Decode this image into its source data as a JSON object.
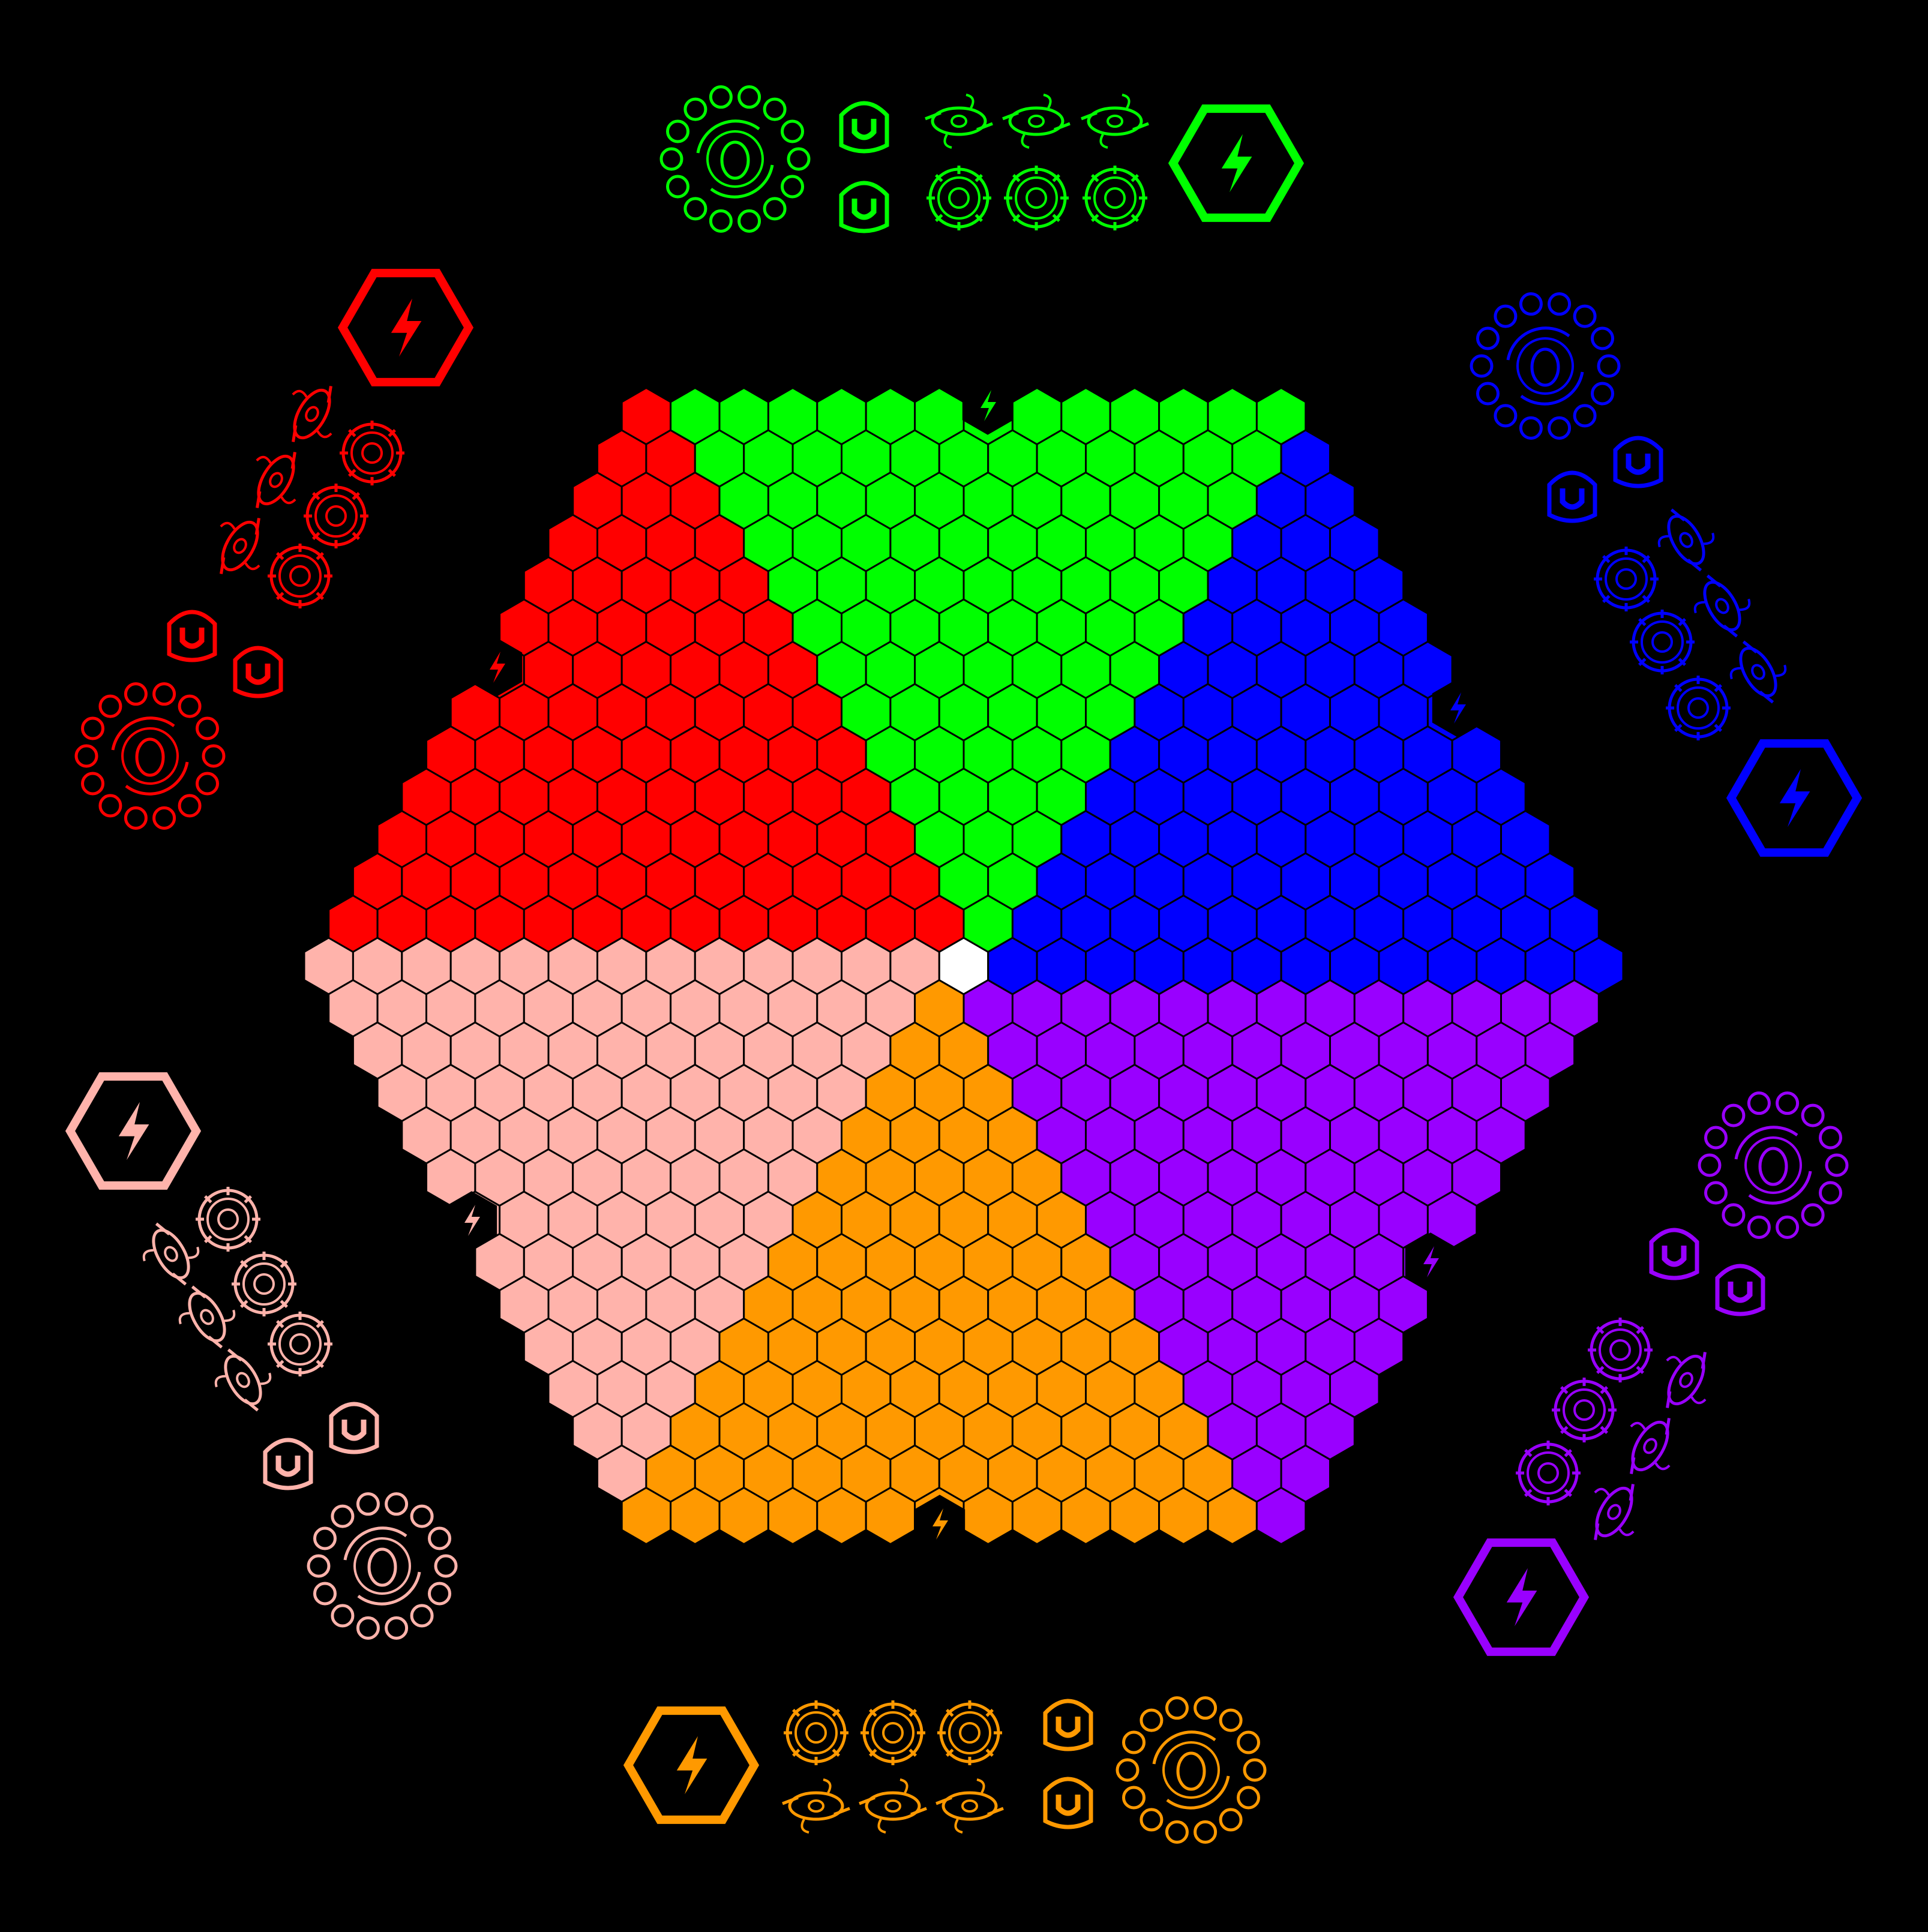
{
  "board": {
    "grid_type": "hex",
    "center_cell_color": "#ffffff",
    "cell_border_color": "#000000",
    "background_color": "#000000"
  },
  "players": [
    {
      "id": "green",
      "color": "#00ff00",
      "label": "",
      "tray": {
        "energy_icon": "lightning-hex-icon",
        "base_icon": "alien-base-ring-icon",
        "shield_icon": "magnet-shield-icon",
        "ship_icon": "alien-ship-icon",
        "turret_icon": "target-ring-icon",
        "shield_count": 2,
        "ship_count": 3,
        "turret_count": 3
      }
    },
    {
      "id": "blue",
      "color": "#0000ff",
      "label": "",
      "tray": {
        "energy_icon": "lightning-hex-icon",
        "base_icon": "alien-base-ring-icon",
        "shield_icon": "magnet-shield-icon",
        "ship_icon": "alien-ship-icon",
        "turret_icon": "target-ring-icon",
        "shield_count": 2,
        "ship_count": 3,
        "turret_count": 3
      }
    },
    {
      "id": "purple",
      "color": "#9900ff",
      "label": "",
      "tray": {
        "energy_icon": "lightning-hex-icon",
        "base_icon": "alien-base-ring-icon",
        "shield_icon": "magnet-shield-icon",
        "ship_icon": "alien-ship-icon",
        "turret_icon": "target-ring-icon",
        "shield_count": 2,
        "ship_count": 3,
        "turret_count": 3
      }
    },
    {
      "id": "orange",
      "color": "#ff9900",
      "label": "",
      "tray": {
        "energy_icon": "lightning-hex-icon",
        "base_icon": "alien-base-ring-icon",
        "shield_icon": "magnet-shield-icon",
        "ship_icon": "alien-ship-icon",
        "turret_icon": "target-ring-icon",
        "shield_count": 2,
        "ship_count": 3,
        "turret_count": 3
      }
    },
    {
      "id": "pink",
      "color": "#ffb3ab",
      "label": "",
      "tray": {
        "energy_icon": "lightning-hex-icon",
        "base_icon": "alien-base-ring-icon",
        "shield_icon": "magnet-shield-icon",
        "ship_icon": "alien-ship-icon",
        "turret_icon": "target-ring-icon",
        "shield_count": 2,
        "ship_count": 3,
        "turret_count": 3
      }
    },
    {
      "id": "red",
      "color": "#ff0000",
      "label": "",
      "tray": {
        "energy_icon": "lightning-hex-icon",
        "base_icon": "alien-base-ring-icon",
        "shield_icon": "magnet-shield-icon",
        "ship_icon": "alien-ship-icon",
        "turret_icon": "target-ring-icon",
        "shield_count": 2,
        "ship_count": 3,
        "turret_count": 3
      }
    }
  ],
  "energy_cells": [
    {
      "player": "green",
      "icon": "lightning-icon"
    },
    {
      "player": "red",
      "icon": "lightning-icon"
    },
    {
      "player": "blue",
      "icon": "lightning-icon"
    },
    {
      "player": "pink",
      "icon": "lightning-icon"
    },
    {
      "player": "purple",
      "icon": "lightning-icon"
    },
    {
      "player": "orange",
      "icon": "lightning-icon"
    }
  ]
}
